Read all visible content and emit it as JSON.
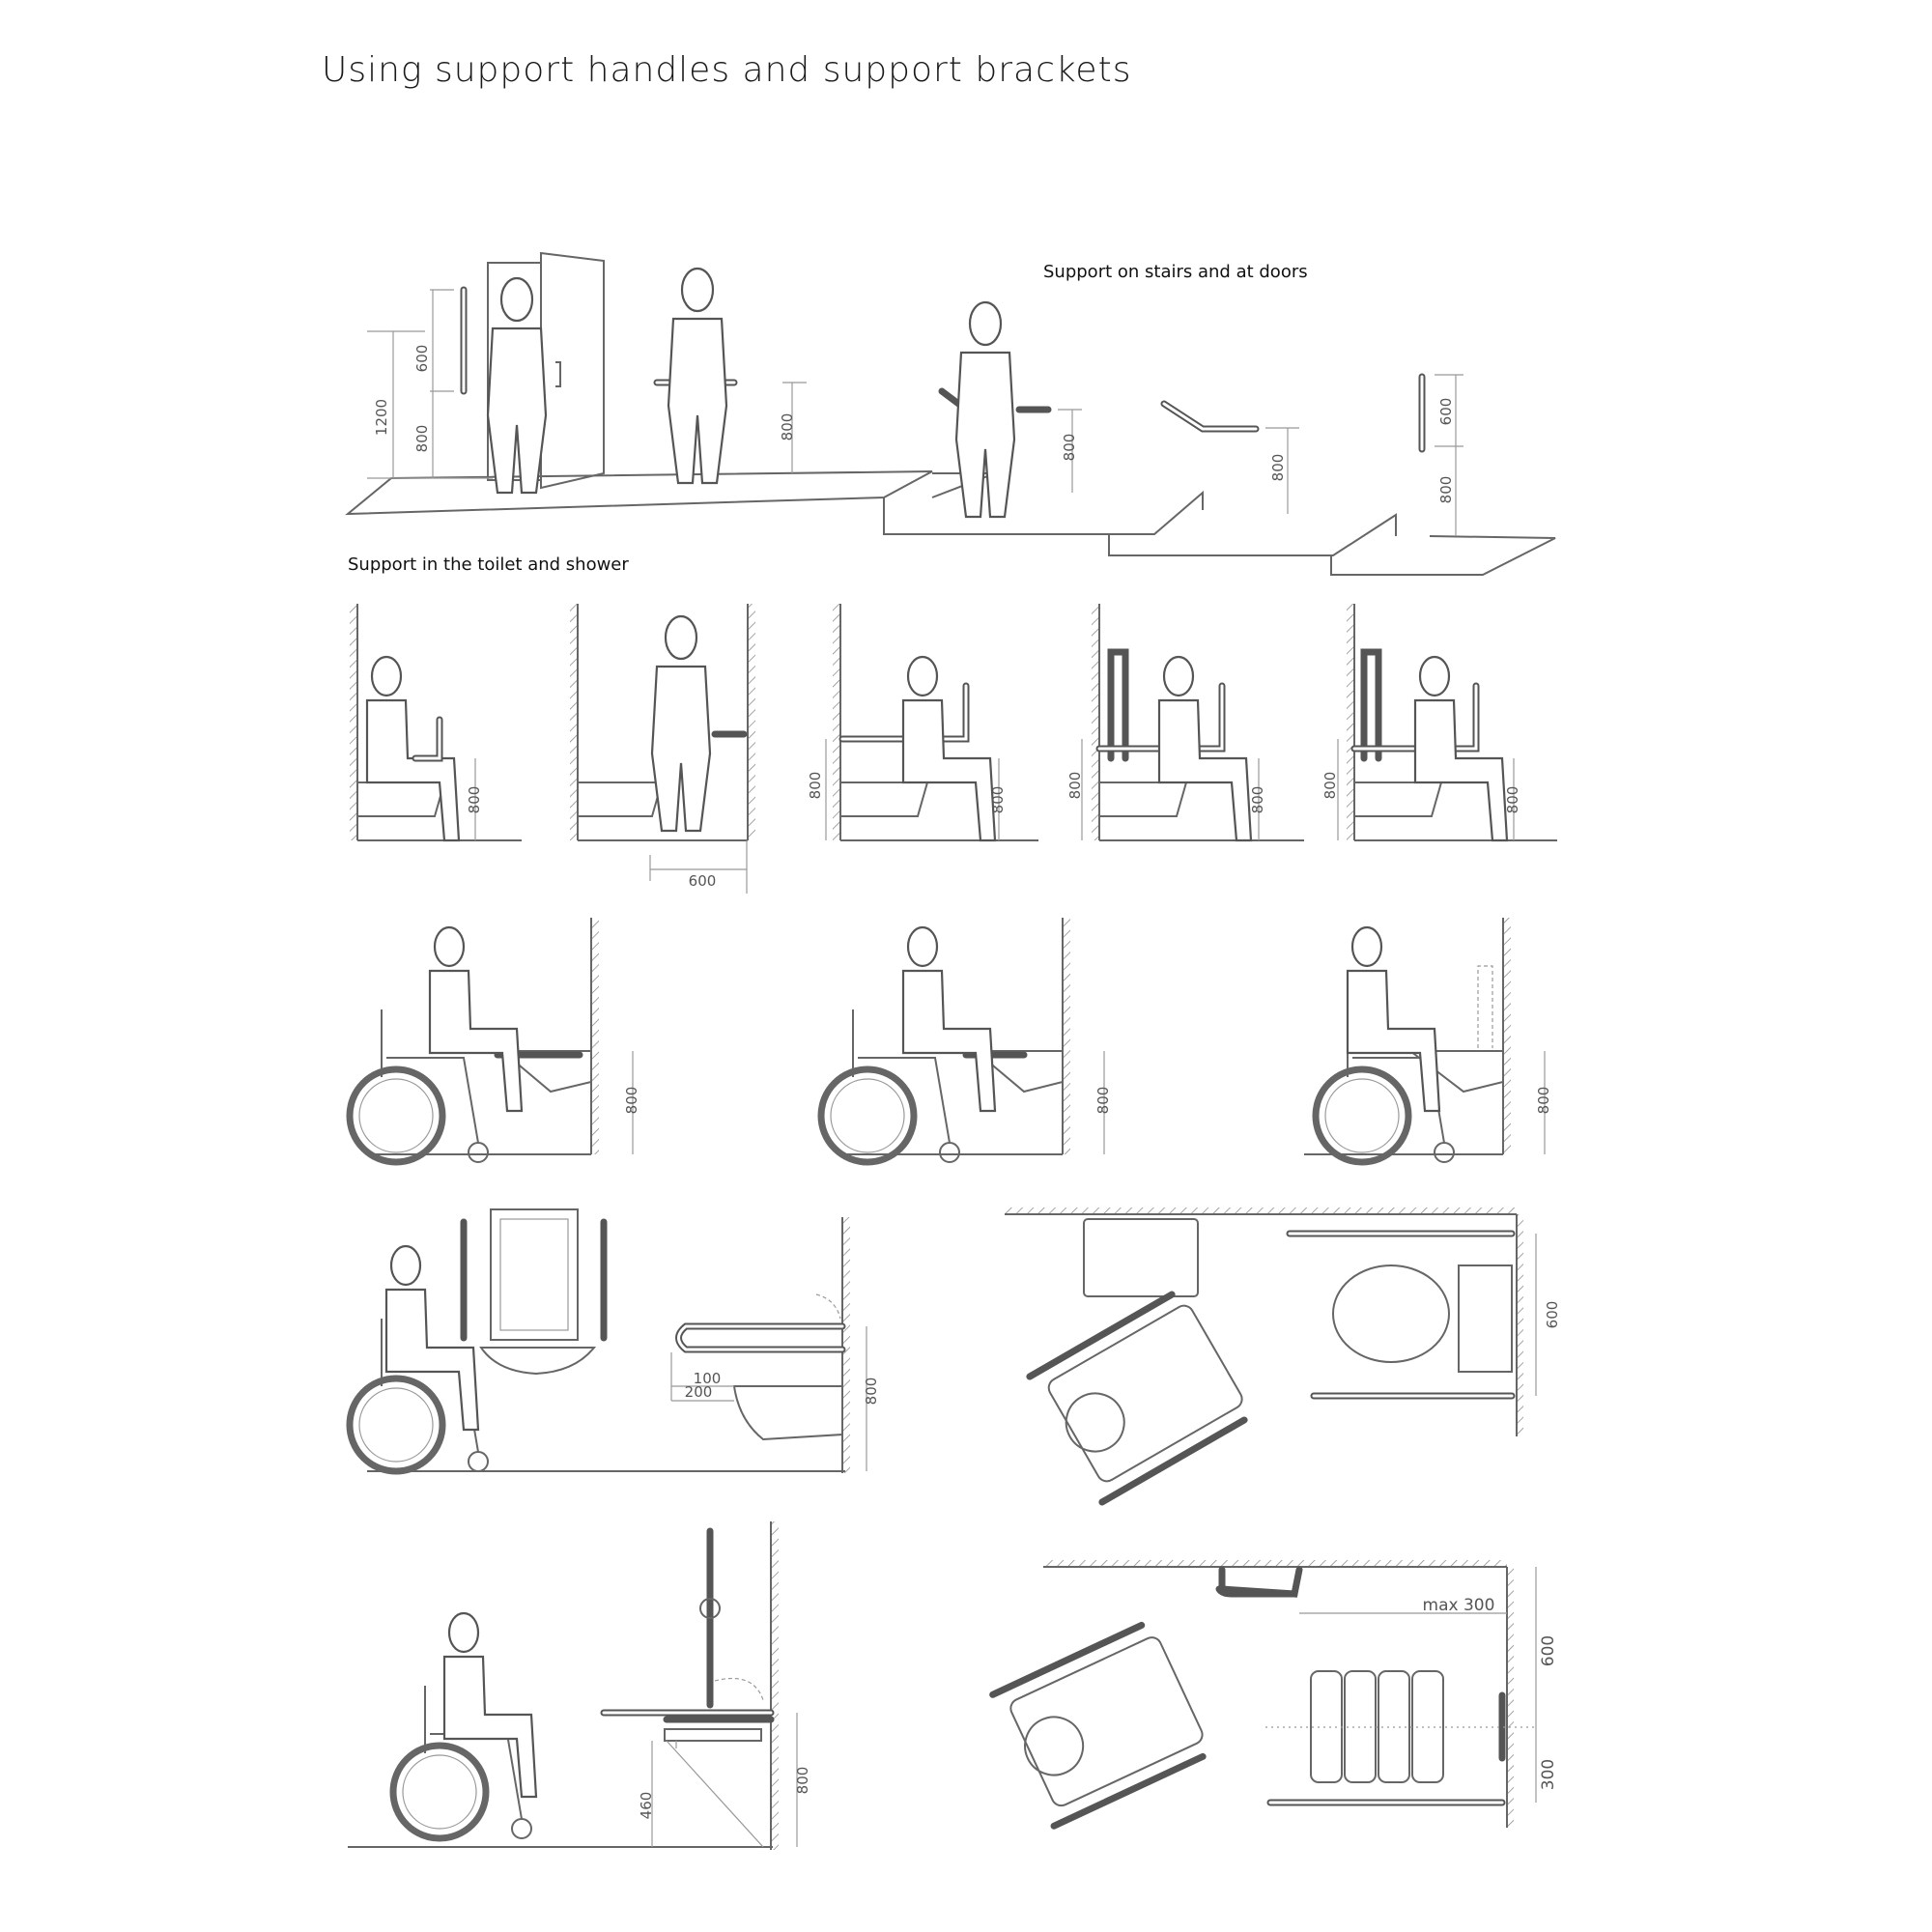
{
  "title": "Using support handles and support brackets",
  "sections": {
    "stairs_doors": "Support on stairs and at doors",
    "toilet_shower": "Support in the toilet and shower"
  },
  "dimensions": {
    "door": {
      "total": "1200",
      "rail": "600",
      "base": "800"
    },
    "corridor": {
      "height": "800"
    },
    "stair1": {
      "height": "800"
    },
    "stair2": {
      "height": "800"
    },
    "stair3": {
      "rail": "600",
      "base": "800"
    },
    "toilet1": {
      "height": "800"
    },
    "toilet2": {
      "distance": "600"
    },
    "toilet3": {
      "left": "800",
      "right": "800"
    },
    "toilet4": {
      "left": "800",
      "right": "800"
    },
    "toilet5": {
      "left": "800",
      "right": "800"
    },
    "sink1": {
      "height": "800"
    },
    "sink2": {
      "height": "800"
    },
    "sink3": {
      "height": "800"
    },
    "wc_side": {
      "a": "100",
      "b": "200",
      "height": "800"
    },
    "wc_plan": {
      "width": "600"
    },
    "shower_side": {
      "seat": "460",
      "height": "800"
    },
    "shower_plan": {
      "offset": "max 300",
      "upper": "600",
      "lower": "300"
    }
  }
}
